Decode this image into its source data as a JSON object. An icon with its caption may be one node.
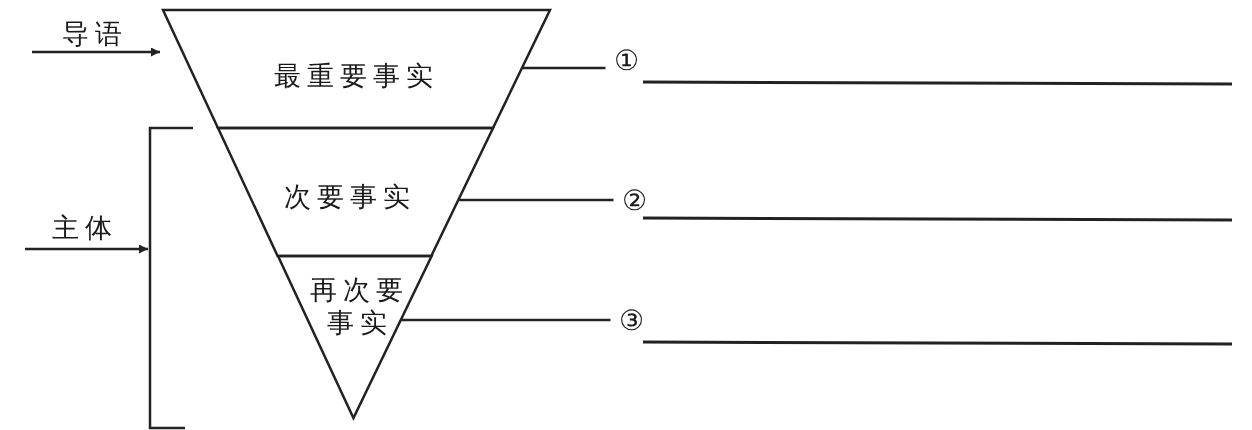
{
  "diagram": {
    "nodes": [
      {
        "text": [
          "最重要事实"
        ]
      },
      {
        "text": [
          "次要事实"
        ]
      },
      {
        "text": [
          "再次要事实"
        ]
      },
      {
        "text": [
          "①"
        ]
      },
      {
        "text": [
          "②"
        ]
      },
      {
        "text": [
          "③"
        ]
      },
      {
        "text": [],
        "shape": "bracket"
      }
    ],
    "edges": [
      {
        "from": null,
        "to": 0,
        "arrow": "to",
        "label": "导语"
      },
      {
        "from": null,
        "to": 6,
        "arrow": "to",
        "label": "主体"
      },
      {
        "from": 3,
        "to": 0,
        "arrow": "none"
      },
      {
        "from": 4,
        "to": 1,
        "arrow": "none"
      },
      {
        "from": 5,
        "to": 2,
        "arrow": "none"
      }
    ]
  }
}
